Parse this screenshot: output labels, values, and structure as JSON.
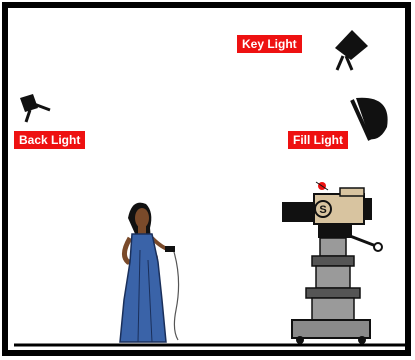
{
  "labels": {
    "key_light": "Key Light",
    "back_light": "Back Light",
    "fill_light": "Fill Light"
  },
  "camera": {
    "badge": "S"
  },
  "icons": [
    "key-light-lamp-icon",
    "back-light-lamp-icon",
    "fill-light-lamp-icon",
    "tv-camera-icon",
    "performer-figure-icon"
  ],
  "colors": {
    "label_bg": "#ee1111",
    "label_text": "#ffffff",
    "dress": "#3a63a8",
    "camera_body": "#d8c4a0",
    "pedestal": "#8a8a8a",
    "frame": "#000000"
  }
}
